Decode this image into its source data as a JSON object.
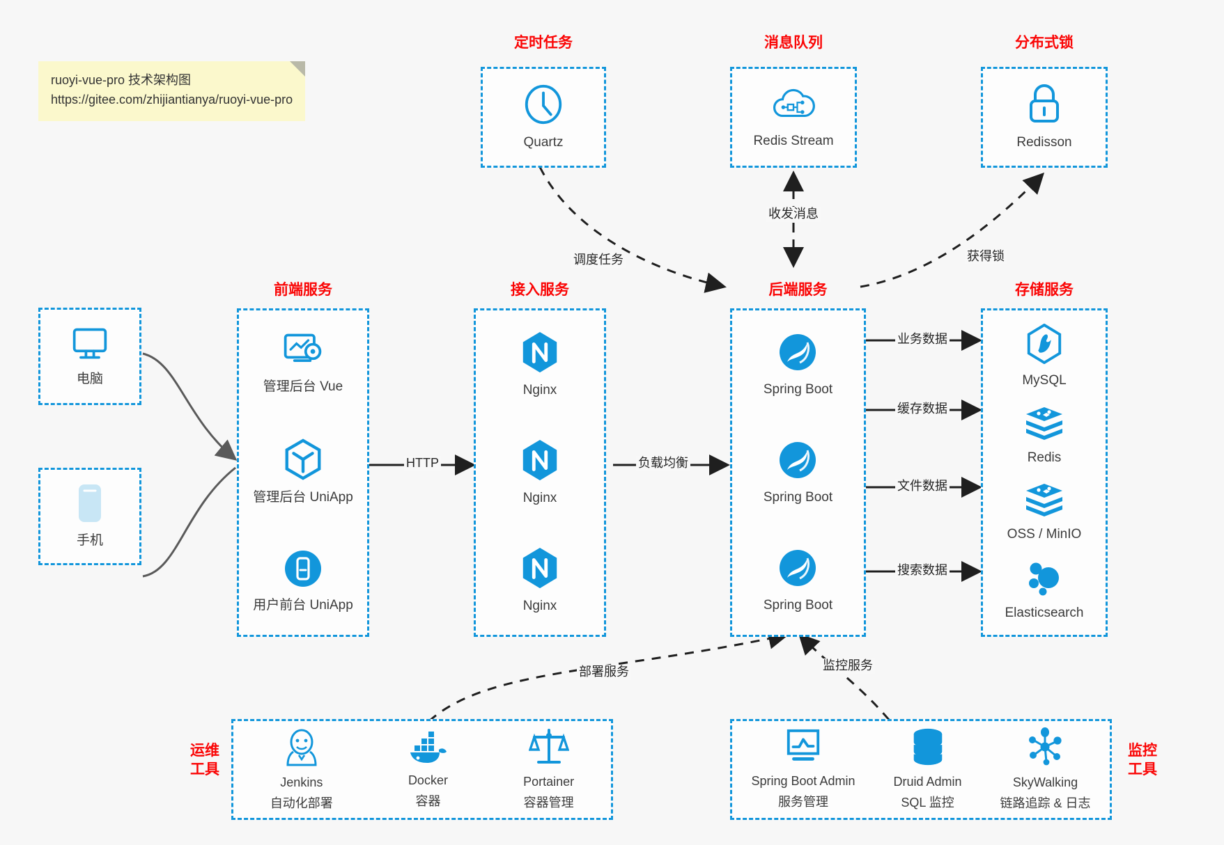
{
  "note": {
    "line1": "ruoyi-vue-pro 技术架构图",
    "line2": "https://gitee.com/zhijiantianya/ruoyi-vue-pro"
  },
  "colors": {
    "accent_blue": "#1296db",
    "title_red": "#fa0505",
    "background": "#f7f7f7",
    "note_yellow": "#fbf8cc",
    "arrow_gray": "#5a5a5a",
    "arrow_black": "#1f1f1f"
  },
  "groups": {
    "scheduler": {
      "title": "定时任务",
      "nodes": [
        {
          "icon": "clock-icon",
          "label": "Quartz"
        }
      ]
    },
    "mq": {
      "title": "消息队列",
      "nodes": [
        {
          "icon": "cloud-stream-icon",
          "label": "Redis Stream"
        }
      ]
    },
    "lock": {
      "title": "分布式锁",
      "nodes": [
        {
          "icon": "lock-icon",
          "label": "Redisson"
        }
      ]
    },
    "clients": {
      "nodes": [
        {
          "icon": "desktop-icon",
          "label": "电脑"
        },
        {
          "icon": "phone-icon",
          "label": "手机"
        }
      ]
    },
    "frontend": {
      "title": "前端服务",
      "nodes": [
        {
          "icon": "dashboard-icon",
          "label": "管理后台 Vue"
        },
        {
          "icon": "cube-icon",
          "label": "管理后台 UniApp"
        },
        {
          "icon": "mobile-app-icon",
          "label": "用户前台 UniApp"
        }
      ]
    },
    "gateway": {
      "title": "接入服务",
      "nodes": [
        {
          "icon": "nginx-icon",
          "label": "Nginx"
        },
        {
          "icon": "nginx-icon",
          "label": "Nginx"
        },
        {
          "icon": "nginx-icon",
          "label": "Nginx"
        }
      ]
    },
    "backend": {
      "title": "后端服务",
      "nodes": [
        {
          "icon": "spring-boot-icon",
          "label": "Spring Boot"
        },
        {
          "icon": "spring-boot-icon",
          "label": "Spring Boot"
        },
        {
          "icon": "spring-boot-icon",
          "label": "Spring Boot"
        }
      ]
    },
    "storage": {
      "title": "存储服务",
      "nodes": [
        {
          "icon": "mysql-icon",
          "label": "MySQL"
        },
        {
          "icon": "redis-icon",
          "label": "Redis"
        },
        {
          "icon": "redis-icon",
          "label": "OSS / MinIO"
        },
        {
          "icon": "elasticsearch-icon",
          "label": "Elasticsearch"
        }
      ]
    },
    "devops": {
      "title_line1": "运维",
      "title_line2": "工具",
      "nodes": [
        {
          "icon": "jenkins-icon",
          "label": "Jenkins",
          "sublabel": "自动化部署"
        },
        {
          "icon": "docker-icon",
          "label": "Docker",
          "sublabel": "容器"
        },
        {
          "icon": "portainer-icon",
          "label": "Portainer",
          "sublabel": "容器管理"
        }
      ]
    },
    "monitoring": {
      "title_line1": "监控",
      "title_line2": "工具",
      "nodes": [
        {
          "icon": "monitor-chart-icon",
          "label": "Spring Boot Admin",
          "sublabel": "服务管理"
        },
        {
          "icon": "database-icon",
          "label": "Druid Admin",
          "sublabel": "SQL 监控"
        },
        {
          "icon": "skywalking-icon",
          "label": "SkyWalking",
          "sublabel": "链路追踪 & 日志"
        }
      ]
    }
  },
  "edges": {
    "http": "HTTP",
    "load_balance": "负载均衡",
    "schedule_task": "调度任务",
    "send_receive_message": "收发消息",
    "acquire_lock": "获得锁",
    "business_data": "业务数据",
    "cache_data": "缓存数据",
    "file_data": "文件数据",
    "search_data": "搜索数据",
    "deploy_service": "部署服务",
    "monitor_service": "监控服务"
  }
}
